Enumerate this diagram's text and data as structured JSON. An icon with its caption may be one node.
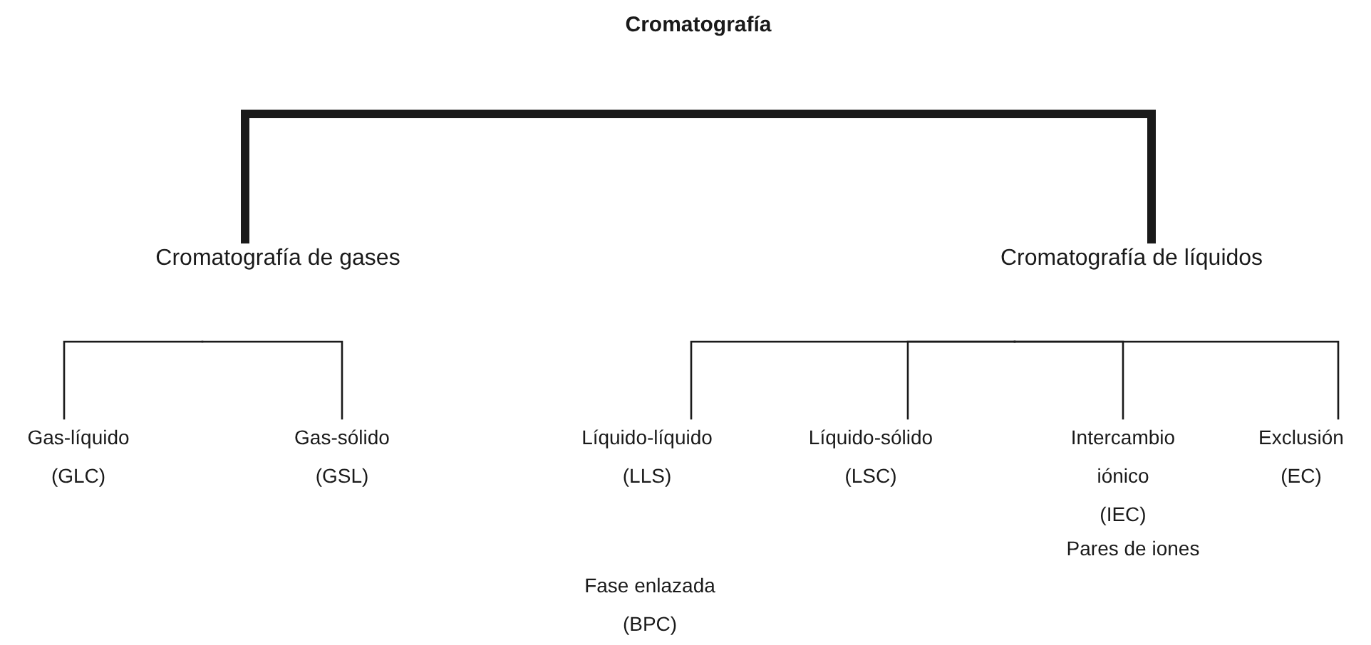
{
  "diagram": {
    "nodes": [
      {
        "text": [
          "Cromatografía"
        ]
      },
      {
        "text": [
          "Cromatografía de gases"
        ]
      },
      {
        "text": [
          "Cromatografía de líquidos"
        ]
      },
      {
        "text": [
          "Gas-líquido",
          "(GLC)"
        ]
      },
      {
        "text": [
          "Gas-sólido",
          "(GSL)"
        ]
      },
      {
        "text": [
          "Líquido-líquido",
          "(LLS)"
        ]
      },
      {
        "text": [
          "Líquido-sólido",
          "(LSC)"
        ]
      },
      {
        "text": [
          "Intercambio iónico",
          "(IEC)"
        ]
      },
      {
        "text": [
          "Exclusión",
          "(EC)"
        ]
      }
    ],
    "edges": [
      {
        "from": 0,
        "to": 1,
        "arrow": "none",
        "style": "thick"
      },
      {
        "from": 0,
        "to": 2,
        "arrow": "none",
        "style": "thick"
      },
      {
        "from": 1,
        "to": 3,
        "arrow": "none"
      },
      {
        "from": 1,
        "to": 4,
        "arrow": "none"
      },
      {
        "from": 2,
        "to": 5,
        "arrow": "none"
      },
      {
        "from": 2,
        "to": 6,
        "arrow": "none"
      },
      {
        "from": 2,
        "to": 7,
        "arrow": "none"
      },
      {
        "from": 2,
        "to": 8,
        "arrow": "none"
      }
    ],
    "labels": [
      "Pares de iones",
      "Fase enlazada (BPC)"
    ]
  }
}
